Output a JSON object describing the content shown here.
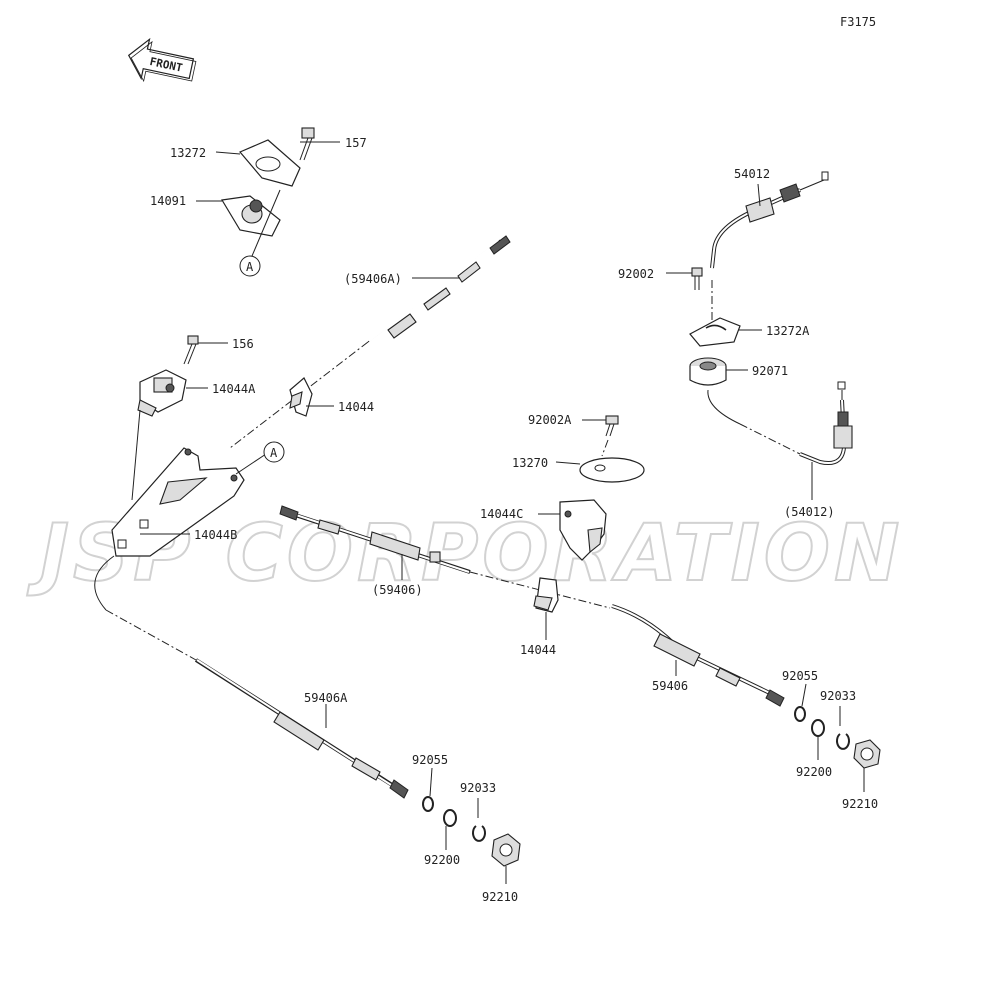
{
  "figure_id": "F3175",
  "front_label": "FRONT",
  "watermark": "JSP CORPORATION",
  "reference_marker": "A",
  "callouts": {
    "c157": "157",
    "c13272": "13272",
    "c14091": "14091",
    "c156": "156",
    "c14044A": "14044A",
    "c14044_upper": "14044",
    "c14044B": "14044B",
    "c59406A_upper": "(59406A)",
    "c59406_mid": "(59406)",
    "c14044_mid": "14044",
    "c59406_right": "59406",
    "c59406A_lower": "59406A",
    "c92055_left": "92055",
    "c92033_left": "92033",
    "c92200_left": "92200",
    "c92210_left": "92210",
    "c92055_right": "92055",
    "c92033_right": "92033",
    "c92200_right": "92200",
    "c92210_right": "92210",
    "c54012_top": "54012",
    "c92002": "92002",
    "c13272A": "13272A",
    "c92071": "92071",
    "c54012_bottom": "(54012)",
    "c92002A": "92002A",
    "c13270": "13270",
    "c14044C": "14044C"
  }
}
